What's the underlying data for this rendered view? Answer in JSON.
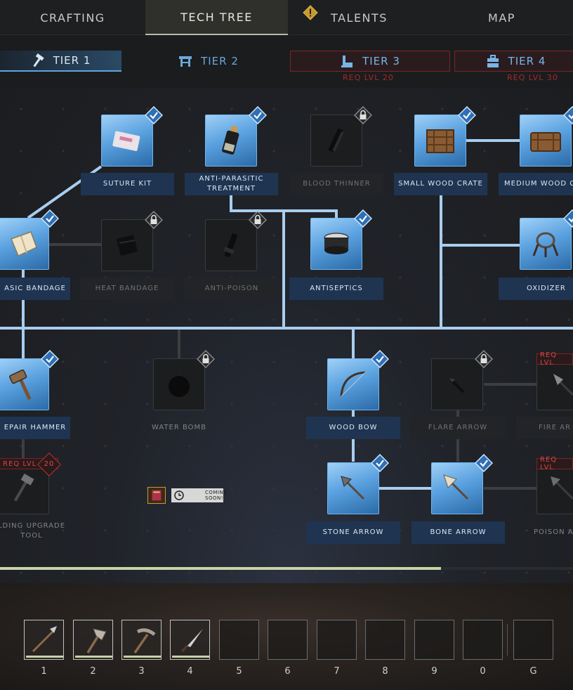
{
  "nav": {
    "tabs": [
      {
        "label": "CRAFTING",
        "active": false
      },
      {
        "label": "TECH TREE",
        "active": true
      },
      {
        "label": "TALENTS",
        "active": false
      },
      {
        "label": "MAP",
        "active": false
      }
    ],
    "alert_icon": "exclamation-diamond-icon"
  },
  "tiers": [
    {
      "label": "TIER 1",
      "icon": "hammer-icon",
      "req": ""
    },
    {
      "label": "TIER 2",
      "icon": "workbench-icon",
      "req": ""
    },
    {
      "label": "TIER 3",
      "icon": "anvil-icon",
      "req": "REQ LVL 20"
    },
    {
      "label": "TIER 4",
      "icon": "toolbox-icon",
      "req": "REQ LVL 30"
    }
  ],
  "nodes": {
    "suture_kit": {
      "label": "SUTURE KIT",
      "state": "unlocked"
    },
    "anti_parasitic": {
      "label_line1": "ANTI-PARASITIC",
      "label_line2": "TREATMENT",
      "state": "unlocked"
    },
    "blood_thinner": {
      "label": "BLOOD THINNER",
      "state": "locked"
    },
    "small_wood_crate": {
      "label": "SMALL WOOD CRATE",
      "state": "unlocked"
    },
    "medium_wood_crate": {
      "label": "MEDIUM WOOD CRA",
      "state": "unlocked"
    },
    "basic_bandage": {
      "label": "ASIC BANDAGE",
      "state": "unlocked"
    },
    "heat_bandage": {
      "label": "HEAT BANDAGE",
      "state": "locked"
    },
    "anti_poison": {
      "label": "ANTI-POISON",
      "state": "locked"
    },
    "antiseptics": {
      "label": "ANTISEPTICS",
      "state": "unlocked"
    },
    "oxidizer": {
      "label": "OXIDIZER",
      "state": "unlocked"
    },
    "repair_hammer": {
      "label": "EPAIR HAMMER",
      "state": "unlocked"
    },
    "water_bomb": {
      "label": "WATER BOMB",
      "state": "locked"
    },
    "wood_bow": {
      "label": "WOOD BOW",
      "state": "unlocked"
    },
    "flare_arrow": {
      "label": "FLARE ARROW",
      "state": "locked"
    },
    "fire_arrow": {
      "label": "FIRE AR",
      "state": "locked",
      "req": "REQ LVL"
    },
    "building_upgrade_tool": {
      "label_line1": "LDING UPGRADE",
      "label_line2": "TOOL",
      "state": "locked",
      "req": "REQ LVL",
      "req_level": "20"
    },
    "stone_arrow": {
      "label": "STONE ARROW",
      "state": "unlocked"
    },
    "bone_arrow": {
      "label": "BONE ARROW",
      "state": "unlocked"
    },
    "poison_arrow": {
      "label": "POISON AR",
      "state": "locked",
      "req": "REQ LVL"
    }
  },
  "coming_soon": {
    "line1": "COMING",
    "line2": "SOON!"
  },
  "progress": {
    "fraction": 0.77
  },
  "hotbar": [
    {
      "key": "1",
      "item": "spear-icon",
      "durability": 1.0
    },
    {
      "key": "2",
      "item": "stone-axe-icon",
      "durability": 1.0
    },
    {
      "key": "3",
      "item": "stone-pickaxe-icon",
      "durability": 1.0
    },
    {
      "key": "4",
      "item": "knife-icon",
      "durability": 1.0
    },
    {
      "key": "5",
      "item": ""
    },
    {
      "key": "6",
      "item": ""
    },
    {
      "key": "7",
      "item": ""
    },
    {
      "key": "8",
      "item": ""
    },
    {
      "key": "9",
      "item": ""
    },
    {
      "key": "0",
      "item": ""
    },
    {
      "key": "G",
      "item": ""
    }
  ],
  "colors": {
    "accent": "#5ea5e0",
    "locked": "#1c1d1f",
    "req": "#d34545",
    "progress": "#c9d3a6"
  }
}
